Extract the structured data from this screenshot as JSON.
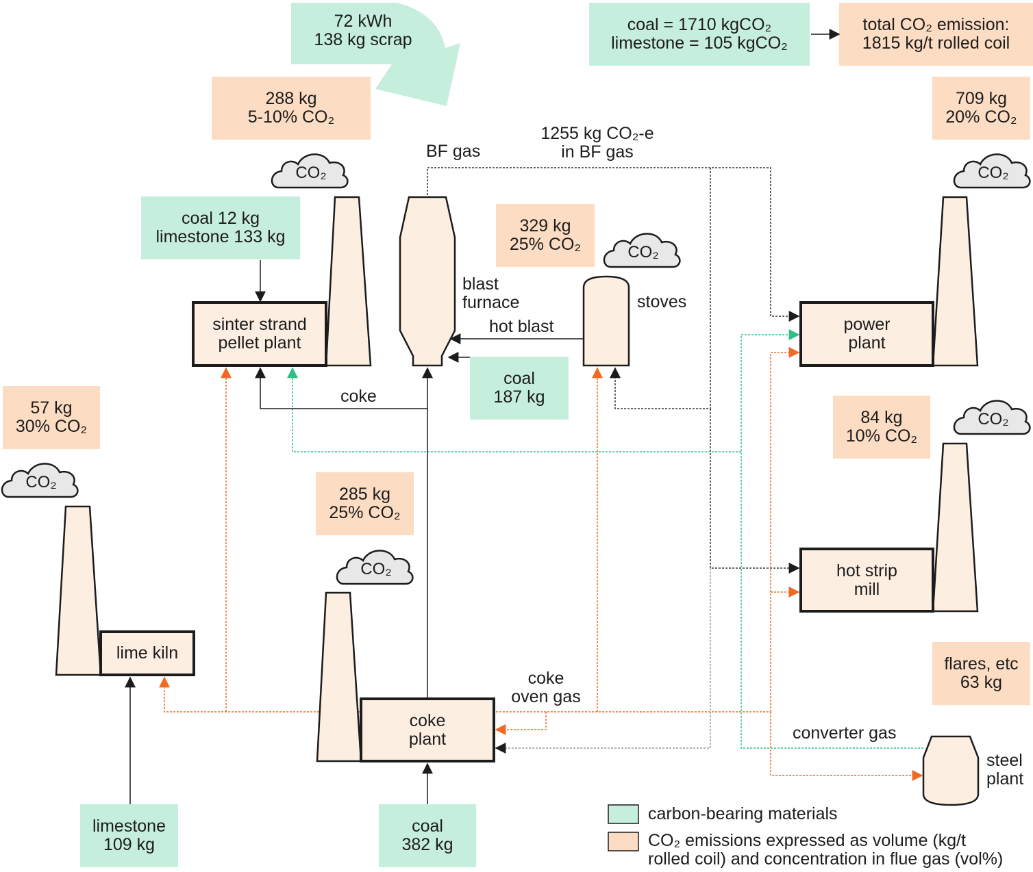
{
  "inputs": {
    "scrap_energy": [
      "72 kWh",
      "138 kg scrap"
    ],
    "co2_factors": [
      "coal = 1710 kgCO₂",
      "limestone = 105 kgCO₂"
    ],
    "total_emission": [
      "total CO₂ emission:",
      "1815 kg/t rolled coil"
    ],
    "sinter_inputs": [
      "coal 12 kg",
      "limestone 133 kg"
    ],
    "bf_coal": [
      "coal",
      "187 kg"
    ],
    "kiln_limestone": [
      "limestone",
      "109 kg"
    ],
    "coke_coal": [
      "coal",
      "382 kg"
    ]
  },
  "emissions": {
    "sinter": [
      "288 kg",
      "5-10% CO₂"
    ],
    "stoves": [
      "329 kg",
      "25% CO₂"
    ],
    "power": [
      "709 kg",
      "20% CO₂"
    ],
    "hot_strip": [
      "84 kg",
      "10% CO₂"
    ],
    "lime_kiln": [
      "57 kg",
      "30% CO₂"
    ],
    "coke": [
      "285 kg",
      "25% CO₂"
    ],
    "flares": [
      "flares, etc",
      "63 kg"
    ]
  },
  "units": {
    "sinter_plant": [
      "sinter strand",
      "pellet plant"
    ],
    "blast_furnace": [
      "blast",
      "furnace"
    ],
    "stoves": "stoves",
    "power_plant": [
      "power",
      "plant"
    ],
    "hot_strip_mill": [
      "hot strip",
      "mill"
    ],
    "lime_kiln": "lime kiln",
    "coke_plant": [
      "coke",
      "plant"
    ],
    "steel_plant": [
      "steel",
      "plant"
    ]
  },
  "flows": {
    "bf_gas": "BF gas",
    "bf_gas_co2": [
      "1255 kg CO₂-e",
      "in BF gas"
    ],
    "hot_blast": "hot blast",
    "coke": "coke",
    "coke_oven_gas": [
      "coke",
      "oven gas"
    ],
    "converter_gas": "converter gas"
  },
  "cloud_label": "CO₂",
  "legend": {
    "carbon": "carbon-bearing materials",
    "emissions": [
      "CO₂ emissions expressed as volume (kg/t",
      "rolled coil) and concentration in flue gas (vol%)"
    ]
  },
  "colors": {
    "carbon_box": "#c6eedd",
    "emission_box": "#fcdcc2",
    "unit_fill": "#fdeee2",
    "cloud_fill": "#e8e8e8",
    "coke_oven_gas_line": "#f06a25",
    "converter_gas_line": "#2fbf85",
    "bf_gas_line": "#555555"
  }
}
